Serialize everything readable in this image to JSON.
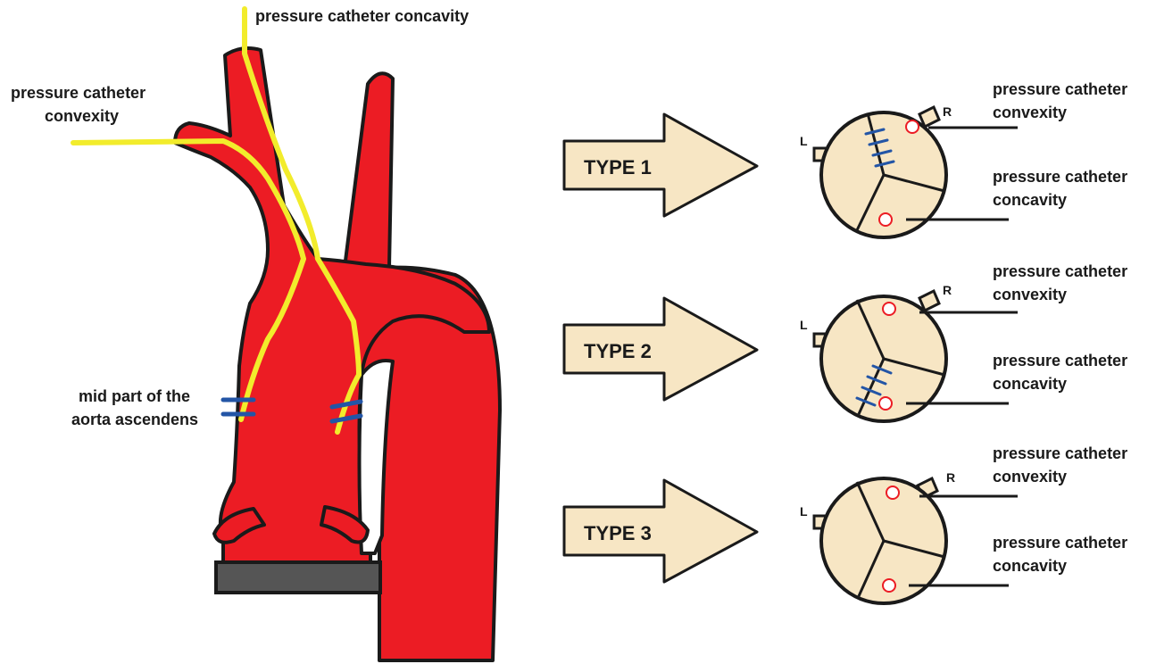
{
  "aorta": {
    "label_top": "pressure catheter concavity",
    "label_left_line1": "pressure catheter",
    "label_left_line2": "convexity",
    "label_mid_line1": "mid part of the",
    "label_mid_line2": "aorta ascendens"
  },
  "types": [
    {
      "label": "TYPE 1",
      "left_marker": "L",
      "right_marker": "R",
      "convexity_line1": "pressure catheter",
      "convexity_line2": "convexity",
      "concavity_line1": "pressure catheter",
      "concavity_line2": "concavity"
    },
    {
      "label": "TYPE 2",
      "left_marker": "L",
      "right_marker": "R",
      "convexity_line1": "pressure catheter",
      "convexity_line2": "convexity",
      "concavity_line1": "pressure catheter",
      "concavity_line2": "concavity"
    },
    {
      "label": "TYPE 3",
      "left_marker": "L",
      "right_marker": "R",
      "convexity_line1": "pressure catheter",
      "convexity_line2": "convexity",
      "concavity_line1": "pressure catheter",
      "concavity_line2": "concavity"
    }
  ],
  "colors": {
    "aorta_red": "#ec1c24",
    "aorta_dark": "#c01a1f",
    "catheter_yellow": "#f2ec2c",
    "clamp_blue": "#2355a6",
    "valve_fill": "#f7e6c4",
    "base_gray": "#555555"
  }
}
